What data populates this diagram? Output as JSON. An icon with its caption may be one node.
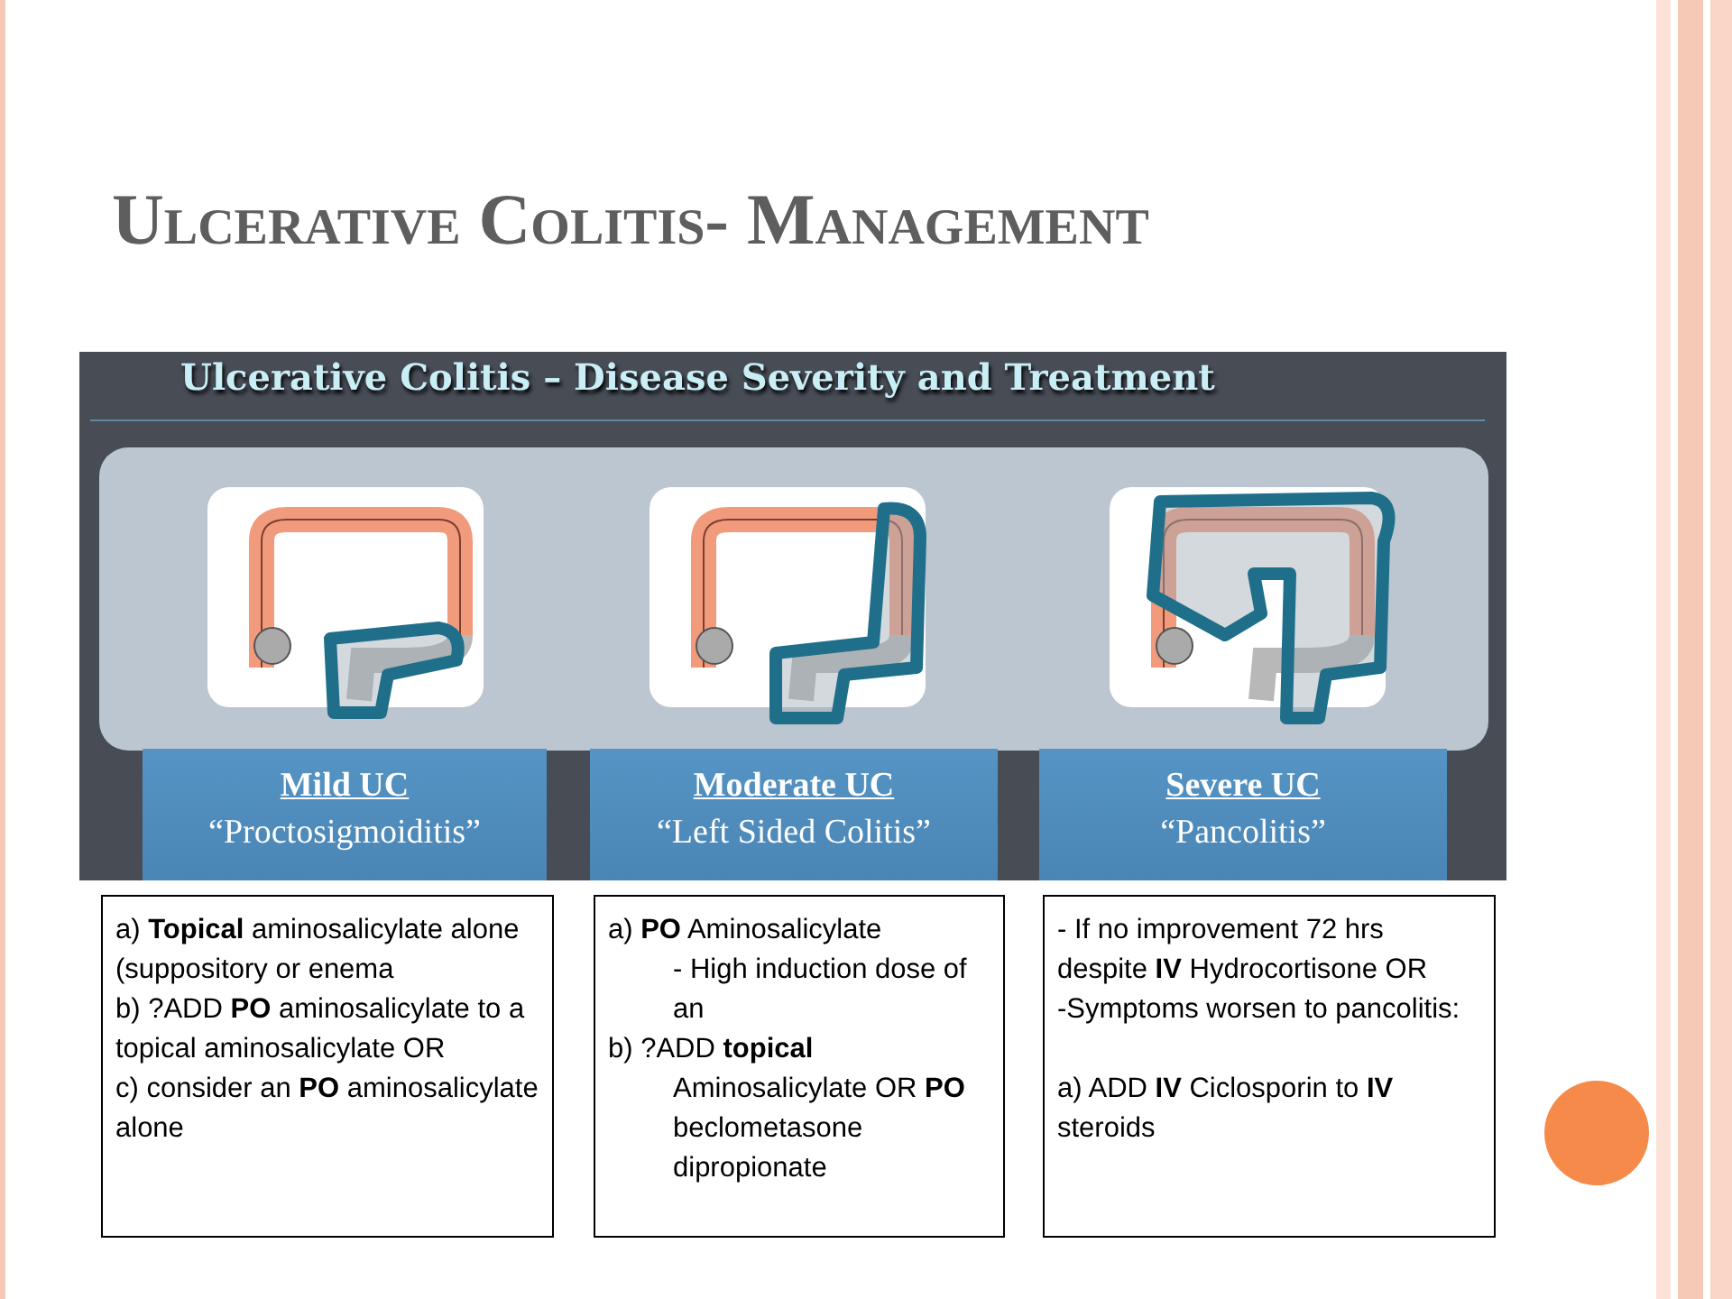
{
  "diagram": {
    "title": "Ulcerative Colitis- Management",
    "nodes": [
      {
        "text": [
          "Ulcerative Colitis – Disease Severity and Treatment"
        ]
      },
      {
        "text": [
          "Mild UC",
          "“Proctosigmoiditis”"
        ],
        "in": 0
      },
      {
        "text": [
          "Moderate UC",
          "“Left Sided Colitis”"
        ],
        "in": 0
      },
      {
        "text": [
          "Severe UC",
          "“Pancolitis”"
        ],
        "in": 0
      },
      {
        "text": [
          "a) **Topical** aminosalicylate alone (suppository or enema",
          "b) ?ADD **PO** aminosalicylate to a topical aminosalicylate OR",
          "c) consider an **PO** aminosalicylate alone"
        ]
      },
      {
        "text": [
          "a) **PO** Aminosalicylate",
          "- High induction dose of an",
          "b) ?ADD **topical** Aminosalicylate OR **PO** beclometasone dipropionate"
        ]
      },
      {
        "text": [
          "- If no improvement 72 hrs despite **IV** Hydrocortisone OR",
          "-Symptoms worsen to pancolitis:",
          "a) ADD **IV** Ciclosporin to **IV** steroids"
        ]
      }
    ]
  }
}
